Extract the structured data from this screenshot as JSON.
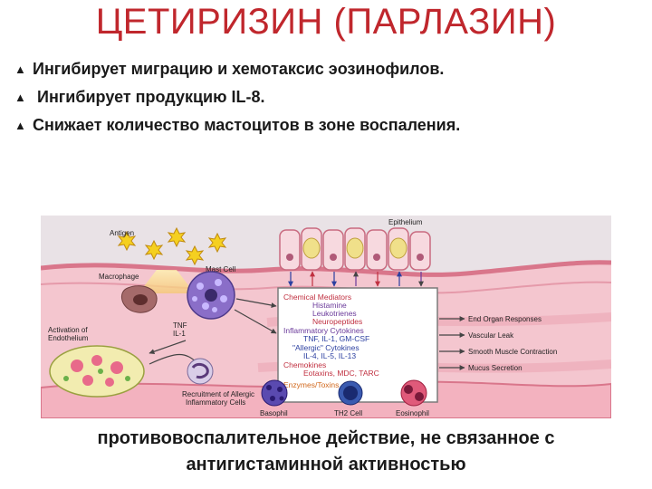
{
  "title": "ЦЕТИРИЗИН (ПАРЛАЗИН)",
  "bullets": [
    "Ингибирует миграцию и хемотаксис эозинофилов.",
    " Ингибирует продукцию IL-8.",
    "Снижает количество мастоцитов в зоне воспаления."
  ],
  "bullet_icon": "triangle-bullet-icon",
  "figure": {
    "epithelium": "Epithelium",
    "antigen": "Antigen",
    "macrophage": "Macrophage",
    "mast_cell": "Mast Cell",
    "tnf": "TNF",
    "il1": "IL-1",
    "activation_1": "Activation of",
    "activation_2": "Endothelium",
    "recruitment_1": "Recruitment of Allergic",
    "recruitment_2": "Inflammatory Cells",
    "basophil": "Basophil",
    "th2_cell": "TH2 Cell",
    "eosinophil": "Eosinophil",
    "box": {
      "chemical_mediators": "Chemical Mediators",
      "histamine": "Histamine",
      "leukotrienes": "Leukotrienes",
      "neuropeptides": "Neuropeptides",
      "inflammatory_cytokines": "Inflammatory Cytokines",
      "tnf_line": "TNF, IL-1, GM-CSF",
      "allergic_cytokines": "\"Allergic\" Cytokines",
      "il_line": "IL-4, IL-5, IL-13",
      "chemokines": "Chemokines",
      "eotaxins": "Eotaxins, MDC, TARC",
      "enzymes": "Enzymes/Toxins"
    },
    "responses": [
      "End Organ Responses",
      "Vascular Leak",
      "Smooth Muscle Contraction",
      "Mucus Secretion"
    ]
  },
  "caption_1": "противовоспалительное действие, не связанное с",
  "caption_2": "антигистаминной активностью",
  "colors": {
    "title": "#c0272d",
    "tissue_pink": "#f4c6cf",
    "membrane": "#d9768b",
    "mediator_red": "#c03040",
    "mediator_purple": "#6a3a9a",
    "mediator_blue": "#2b3fa0",
    "mediator_orange": "#d2691e"
  }
}
